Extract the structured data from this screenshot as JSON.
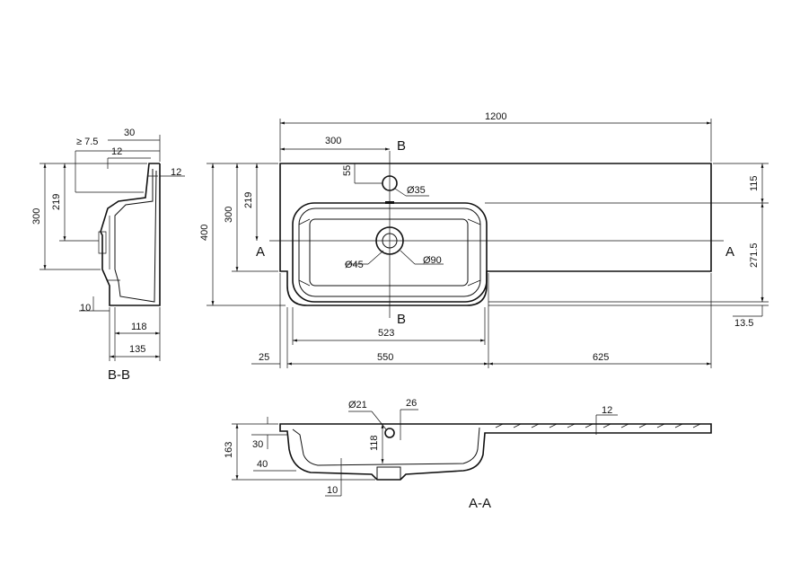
{
  "top_view": {
    "overall_width": "1200",
    "basin_offset": "300",
    "section_marker_b_top": "B",
    "section_marker_b_bottom": "B",
    "section_marker_a_left": "A",
    "section_marker_a_right": "A",
    "tap_hole_offset": "55",
    "tap_hole_dia": "Ø35",
    "overall_depth": "400",
    "basin_depth": "300",
    "drain_offset": "219",
    "right_top": "115",
    "right_mid": "271.5",
    "right_bottom": "13.5",
    "drain_dia_inner": "Ø45",
    "drain_dia_outer": "Ø90",
    "basin_inner_width": "523",
    "left_offset": "25",
    "basin_outer_width": "550",
    "shelf_width": "625"
  },
  "section_bb": {
    "label": "B-B",
    "wall_offset": "30",
    "overflow_min": "≥ 7.5",
    "rim_inner": "12",
    "rim_thickness": "12",
    "depth_total": "300",
    "drain_offset": "219",
    "bottom_thickness": "10",
    "width_inner": "118",
    "width_outer": "135"
  },
  "section_aa": {
    "label": "A-A",
    "height_total": "163",
    "rim_height": "30",
    "bowl_offset": "40",
    "bottom_thickness": "10",
    "overflow_dia": "Ø21",
    "overflow_offset": "26",
    "overflow_height": "118",
    "shelf_thickness": "12"
  }
}
